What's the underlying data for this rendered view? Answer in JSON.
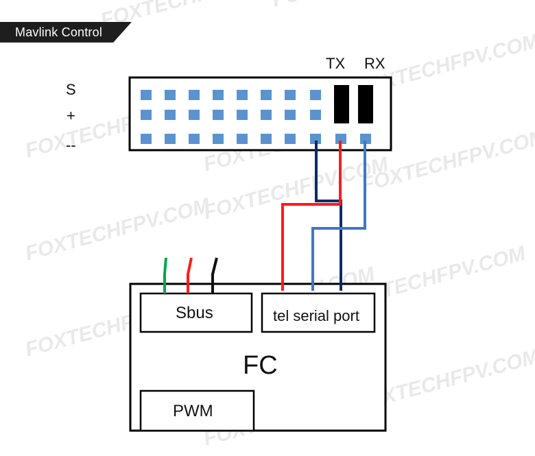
{
  "header": {
    "title": "Mavlink Control"
  },
  "watermark": {
    "text": "FOXTECHFPV.COM",
    "color": "#e9e9e9"
  },
  "receiver": {
    "row_labels": [
      "S",
      "+",
      "--"
    ],
    "pin_labels": {
      "tx": "TX",
      "rx": "RX"
    },
    "pin_color": "#5b93cf",
    "jumper_color": "#000000"
  },
  "fc": {
    "label": "FC",
    "sbus_label": "Sbus",
    "telemetry_label": "tel serial port",
    "pwm_label": "PWM"
  },
  "wires": {
    "red": "#ff1a1a",
    "dark_blue": "#0c2a6b",
    "light_blue": "#3d79c4",
    "green": "#00a651",
    "black": "#111111"
  }
}
